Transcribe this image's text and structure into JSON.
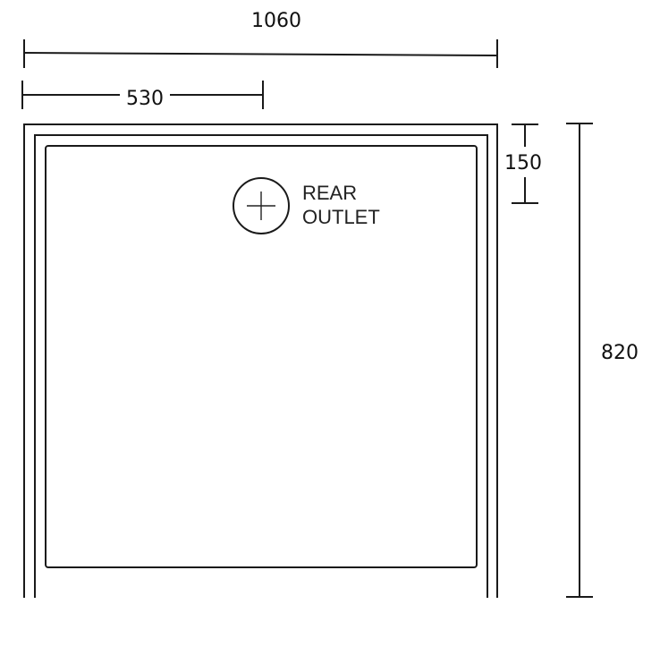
{
  "dimensions": {
    "overall_width": "1060",
    "half_width": "530",
    "outlet_offset": "150",
    "overall_depth": "820"
  },
  "outlet": {
    "label_line1": "REAR",
    "label_line2": "OUTLET"
  },
  "colors": {
    "line": "#1a1a1a",
    "background": "#ffffff"
  }
}
